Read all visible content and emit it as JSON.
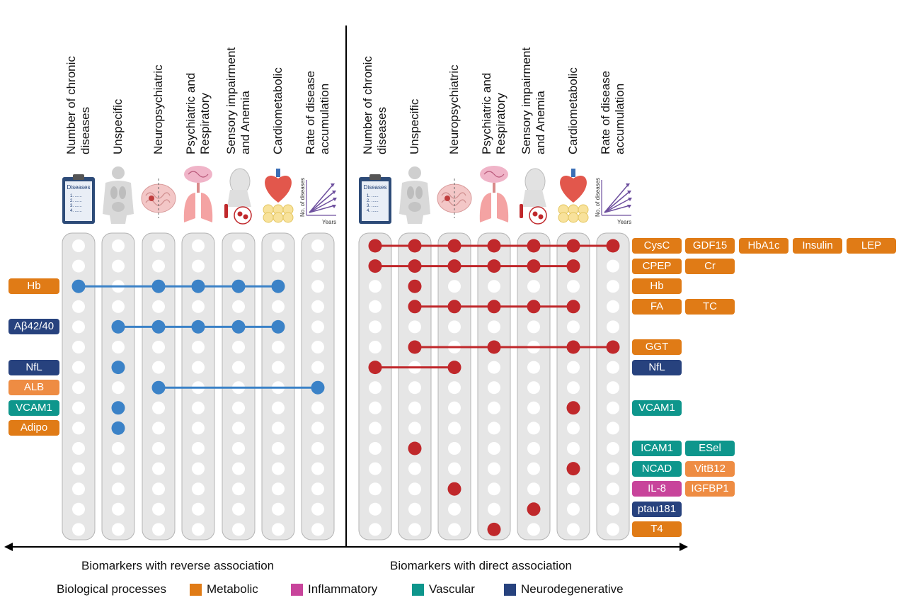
{
  "colors": {
    "Metabolic": "#E07B16",
    "MetabolicLight": "#EE8C43",
    "Inflammatory": "#C8449B",
    "Vascular": "#0E968C",
    "Neurodegenerative": "#27427E",
    "reverse_line": "#3B82C7",
    "direct_line": "#C0282B"
  },
  "columns": [
    {
      "id": "chronic",
      "label_lines": [
        "Number of chronic",
        "diseases"
      ],
      "icon": "clipboard-icon"
    },
    {
      "id": "unspecific",
      "label_lines": [
        "Unspecific"
      ],
      "icon": "body-icon"
    },
    {
      "id": "neuro",
      "label_lines": [
        "Neuropsychiatric"
      ],
      "icon": "brain-icon"
    },
    {
      "id": "psych_resp",
      "label_lines": [
        "Psychiatric and",
        "Respiratory"
      ],
      "icon": "brain-lungs-icon"
    },
    {
      "id": "sensory",
      "label_lines": [
        "Sensory impairment",
        "and Anemia"
      ],
      "icon": "head-blood-icon"
    },
    {
      "id": "cardio",
      "label_lines": [
        "Cardiometabolic"
      ],
      "icon": "heart-icon"
    },
    {
      "id": "rate",
      "label_lines": [
        "Rate of disease",
        "accumulation"
      ],
      "icon": "growth-chart-icon"
    }
  ],
  "icon_text": {
    "clipboard_title": "Diseases",
    "clipboard_lines": [
      "1. ......",
      "2. ......",
      "3. ......",
      "4. ......"
    ],
    "chart_y": "No. of diseases",
    "chart_x": "Years"
  },
  "reverse_panel": {
    "caption": "Biomarkers with reverse association",
    "rows": [
      {
        "row": 2,
        "labels": [
          {
            "text": "Hb",
            "cat": "Metabolic"
          }
        ],
        "cols": [
          0,
          2,
          3,
          4,
          5
        ]
      },
      {
        "row": 4,
        "labels": [
          {
            "text": "Aβ42/40",
            "cat": "Neurodegenerative"
          }
        ],
        "cols": [
          1,
          2,
          3,
          4,
          5
        ]
      },
      {
        "row": 6,
        "labels": [
          {
            "text": "NfL",
            "cat": "Neurodegenerative"
          }
        ],
        "cols": [
          1
        ]
      },
      {
        "row": 7,
        "labels": [
          {
            "text": "ALB",
            "cat": "MetabolicLight"
          }
        ],
        "cols": [
          2,
          6
        ]
      },
      {
        "row": 8,
        "labels": [
          {
            "text": "VCAM1",
            "cat": "Vascular"
          }
        ],
        "cols": [
          1
        ]
      },
      {
        "row": 9,
        "labels": [
          {
            "text": "Adipo",
            "cat": "Metabolic"
          }
        ],
        "cols": [
          1
        ]
      }
    ]
  },
  "direct_panel": {
    "caption": "Biomarkers with direct association",
    "rows": [
      {
        "row": 0,
        "labels": [
          {
            "text": "CysC",
            "cat": "Metabolic"
          },
          {
            "text": "GDF15",
            "cat": "Metabolic"
          },
          {
            "text": "HbA1c",
            "cat": "Metabolic"
          },
          {
            "text": "Insulin",
            "cat": "Metabolic"
          },
          {
            "text": "LEP",
            "cat": "Metabolic"
          }
        ],
        "cols": [
          0,
          1,
          2,
          3,
          4,
          5,
          6
        ]
      },
      {
        "row": 1,
        "labels": [
          {
            "text": "CPEP",
            "cat": "Metabolic"
          },
          {
            "text": "Cr",
            "cat": "Metabolic"
          }
        ],
        "cols": [
          0,
          1,
          2,
          3,
          4,
          5
        ]
      },
      {
        "row": 2,
        "labels": [
          {
            "text": "Hb",
            "cat": "Metabolic"
          }
        ],
        "cols": [
          1
        ]
      },
      {
        "row": 3,
        "labels": [
          {
            "text": "FA",
            "cat": "Metabolic"
          },
          {
            "text": "TC",
            "cat": "Metabolic"
          }
        ],
        "cols": [
          1,
          2,
          3,
          4,
          5
        ]
      },
      {
        "row": 5,
        "labels": [
          {
            "text": "GGT",
            "cat": "Metabolic"
          }
        ],
        "cols": [
          1,
          3,
          5,
          6
        ]
      },
      {
        "row": 6,
        "labels": [
          {
            "text": "NfL",
            "cat": "Neurodegenerative"
          }
        ],
        "cols": [
          0,
          2
        ]
      },
      {
        "row": 8,
        "labels": [
          {
            "text": "VCAM1",
            "cat": "Vascular"
          }
        ],
        "cols": [
          5
        ]
      },
      {
        "row": 10,
        "labels": [
          {
            "text": "ICAM1",
            "cat": "Vascular"
          },
          {
            "text": "ESel",
            "cat": "Vascular"
          }
        ],
        "cols": [
          1
        ]
      },
      {
        "row": 11,
        "labels": [
          {
            "text": "NCAD",
            "cat": "Vascular"
          },
          {
            "text": "VitB12",
            "cat": "MetabolicLight"
          }
        ],
        "cols": [
          5
        ]
      },
      {
        "row": 12,
        "labels": [
          {
            "text": "IL-8",
            "cat": "Inflammatory"
          },
          {
            "text": "IGFBP1",
            "cat": "MetabolicLight"
          }
        ],
        "cols": [
          2
        ]
      },
      {
        "row": 13,
        "labels": [
          {
            "text": "ptau181",
            "cat": "Neurodegenerative"
          }
        ],
        "cols": [
          4
        ]
      },
      {
        "row": 14,
        "labels": [
          {
            "text": "T4",
            "cat": "Metabolic"
          }
        ],
        "cols": [
          3
        ]
      }
    ]
  },
  "legend": {
    "title": "Biological processes",
    "items": [
      {
        "label": "Metabolic",
        "cat": "Metabolic"
      },
      {
        "label": "Inflammatory",
        "cat": "Inflammatory"
      },
      {
        "label": "Vascular",
        "cat": "Vascular"
      },
      {
        "label": "Neurodegenerative",
        "cat": "Neurodegenerative"
      }
    ]
  }
}
